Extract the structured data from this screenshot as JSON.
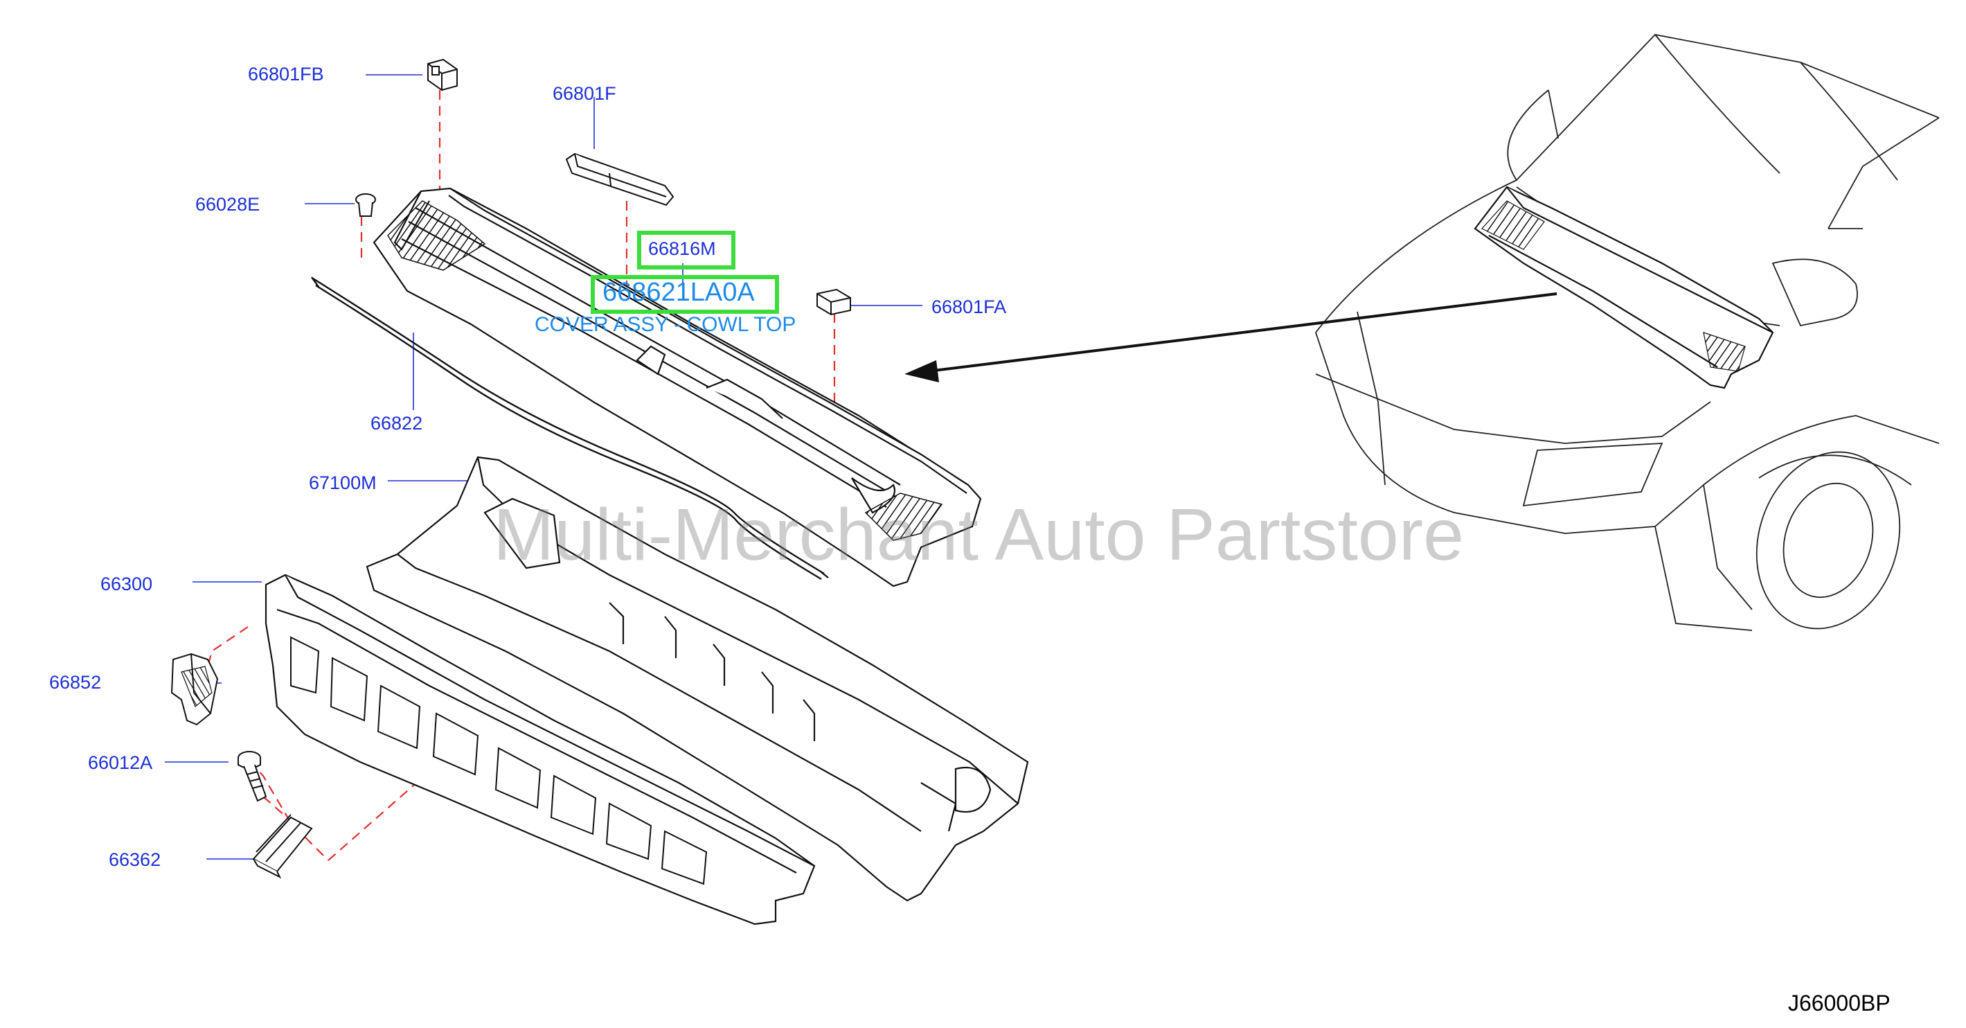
{
  "diagram": {
    "callouts": [
      {
        "id": "66801FB",
        "label": "66801FB"
      },
      {
        "id": "66801F",
        "label": "66801F"
      },
      {
        "id": "66028E",
        "label": "66028E"
      },
      {
        "id": "66801FA",
        "label": "66801FA"
      },
      {
        "id": "66822",
        "label": "66822"
      },
      {
        "id": "67100M",
        "label": "67100M"
      },
      {
        "id": "66300",
        "label": "66300"
      },
      {
        "id": "66852",
        "label": "66852"
      },
      {
        "id": "66012A",
        "label": "66012A"
      },
      {
        "id": "66362",
        "label": "66362"
      }
    ],
    "highlighted_parts": {
      "cowl_clip": "66816M",
      "cowl_cover_number": "668621LA0A",
      "cowl_cover_name": "COVER ASSY - COWL TOP"
    },
    "diagram_code": "J66000BP",
    "watermark": "Multi-Merchant Auto Partstore",
    "colors": {
      "callout_text": "#1c2fd6",
      "highlight_border": "#3ddc3d",
      "highlight_text": "#1e8ae8",
      "leader_dash": "#e03030",
      "line_art": "#111111"
    }
  }
}
